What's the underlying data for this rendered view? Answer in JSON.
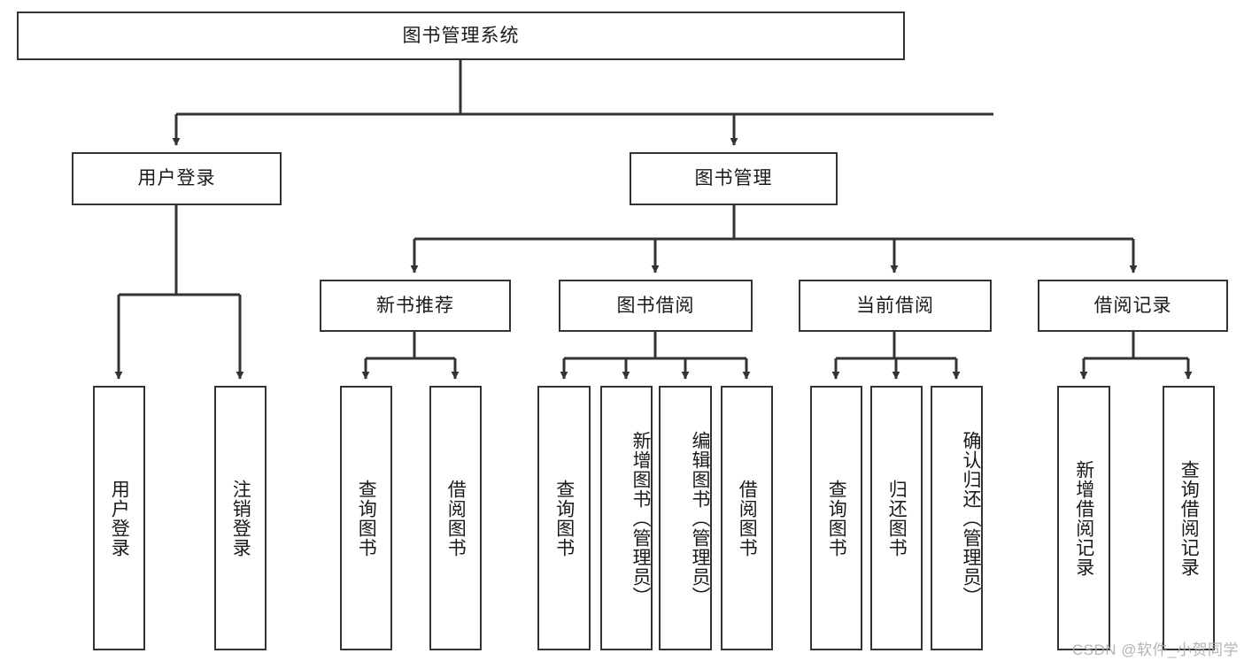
{
  "diagram": {
    "type": "tree-hierarchy-chart",
    "title": "图书管理系统",
    "watermark": "CSDN @软件_小贺同学",
    "colors": {
      "stroke": "#333333",
      "fill": "#ffffff",
      "text": "#1a1a1a",
      "watermark": "#a8a8a8"
    },
    "nodes": {
      "root": {
        "label": "图书管理系统",
        "level": 0
      },
      "level1": [
        {
          "id": "user-login",
          "label": "用户登录"
        },
        {
          "id": "book-management",
          "label": "图书管理"
        }
      ],
      "level2": [
        {
          "id": "new-book-recommend",
          "label": "新书推荐",
          "parent": "book-management"
        },
        {
          "id": "book-borrow",
          "label": "图书借阅",
          "parent": "book-management"
        },
        {
          "id": "current-borrow",
          "label": "当前借阅",
          "parent": "book-management"
        },
        {
          "id": "borrow-record",
          "label": "借阅记录",
          "parent": "book-management"
        }
      ],
      "leaves": {
        "user-login": [
          {
            "id": "leaf-user-login",
            "label": "用户登录"
          },
          {
            "id": "leaf-user-logout",
            "label": "注销登录"
          }
        ],
        "new-book-recommend": [
          {
            "id": "leaf-query-book-1",
            "label": "查询图书"
          },
          {
            "id": "leaf-borrow-book-1",
            "label": "借阅图书"
          }
        ],
        "book-borrow": [
          {
            "id": "leaf-query-book-2",
            "label": "查询图书"
          },
          {
            "id": "leaf-add-book",
            "label": "新增图书（管理员）"
          },
          {
            "id": "leaf-edit-book",
            "label": "编辑图书（管理员）"
          },
          {
            "id": "leaf-borrow-book-2",
            "label": "借阅图书"
          }
        ],
        "current-borrow": [
          {
            "id": "leaf-query-book-3",
            "label": "查询图书"
          },
          {
            "id": "leaf-return-book",
            "label": "归还图书"
          },
          {
            "id": "leaf-confirm-return",
            "label": "确认归还（管理员）"
          }
        ],
        "borrow-record": [
          {
            "id": "leaf-add-record",
            "label": "新增借阅记录"
          },
          {
            "id": "leaf-query-record",
            "label": "查询借阅记录"
          }
        ]
      }
    }
  }
}
